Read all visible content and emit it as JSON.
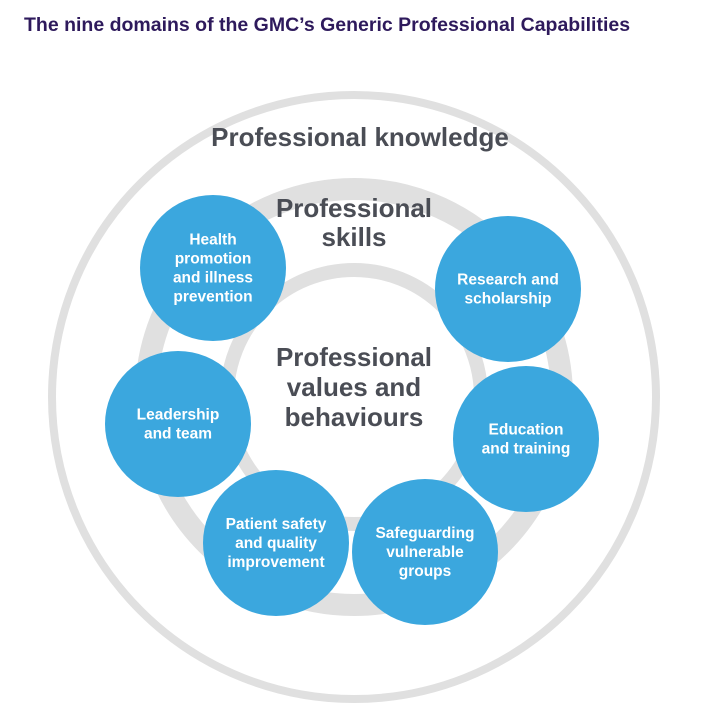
{
  "title": "The nine domains of the GMC’s Generic Professional Capabilities",
  "outer_ring": {
    "label": "Professional knowledge"
  },
  "middle_ring": {
    "label_line1": "Professional",
    "label_line2": "skills"
  },
  "inner_ring": {
    "label_line1": "Professional",
    "label_line2": "values and",
    "label_line3": "behaviours"
  },
  "domains": [
    {
      "lines": [
        "Health",
        "promotion",
        "and illness",
        "prevention"
      ]
    },
    {
      "lines": [
        "Research and",
        "scholarship"
      ]
    },
    {
      "lines": [
        "Leadership",
        "and team"
      ]
    },
    {
      "lines": [
        "Education",
        "and training"
      ]
    },
    {
      "lines": [
        "Patient safety",
        "and quality",
        "improvement"
      ]
    },
    {
      "lines": [
        "Safeguarding",
        "vulnerable",
        "groups"
      ]
    }
  ],
  "colors": {
    "title": "#2e1a5c",
    "circle_fill": "#3ba7de",
    "ring_stroke": "#e0e0e0",
    "ring_label": "#4a4d55"
  }
}
